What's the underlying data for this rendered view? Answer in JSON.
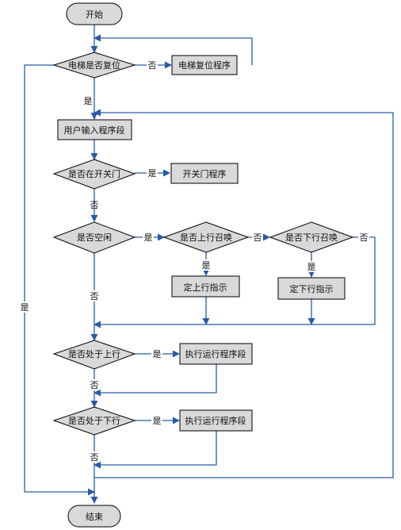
{
  "diagram": {
    "nodes": {
      "start": "开始",
      "reset_check": "电梯是否复位",
      "reset_program": "电梯复位程序",
      "user_input": "用户输入程序段",
      "door_check": "是否在开关门",
      "door_program": "开关门程序",
      "idle_check": "是否空闲",
      "up_call_check": "是否上行召唤",
      "down_call_check": "是否下行召唤",
      "set_up": "定上行指示",
      "set_down": "定下行指示",
      "up_check": "是否处于上行",
      "run_up": "执行运行程序段",
      "down_check": "是否处于下行",
      "run_down": "执行运行程序段",
      "end": "结束"
    },
    "labels": {
      "yes": "是",
      "no": "否"
    },
    "colors": {
      "arrow": "#2a5aa8",
      "node_fill": "#d9d9d9",
      "node_stroke": "#000000"
    }
  }
}
